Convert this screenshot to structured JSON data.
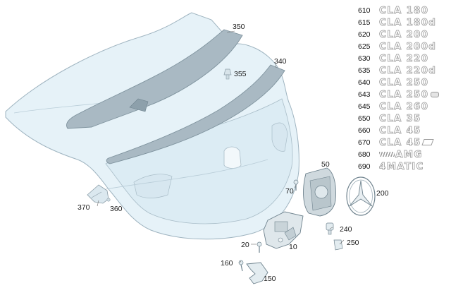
{
  "callouts": [
    {
      "id": "350",
      "label": "350"
    },
    {
      "id": "355",
      "label": "355"
    },
    {
      "id": "340",
      "label": "340"
    },
    {
      "id": "50",
      "label": "50"
    },
    {
      "id": "70",
      "label": "70"
    },
    {
      "id": "200",
      "label": "200"
    },
    {
      "id": "370",
      "label": "370"
    },
    {
      "id": "360",
      "label": "360"
    },
    {
      "id": "240",
      "label": "240"
    },
    {
      "id": "250",
      "label": "250"
    },
    {
      "id": "20",
      "label": "20"
    },
    {
      "id": "10",
      "label": "10"
    },
    {
      "id": "160",
      "label": "160"
    },
    {
      "id": "150",
      "label": "150"
    }
  ],
  "badges": [
    {
      "number": "610",
      "text": "CLA 180"
    },
    {
      "number": "615",
      "text": "CLA 180d"
    },
    {
      "number": "620",
      "text": "CLA 200"
    },
    {
      "number": "625",
      "text": "CLA 200d"
    },
    {
      "number": "630",
      "text": "CLA 220"
    },
    {
      "number": "635",
      "text": "CLA 220d"
    },
    {
      "number": "640",
      "text": "CLA 250"
    },
    {
      "number": "643",
      "text": "CLA 250"
    },
    {
      "number": "645",
      "text": "CLA 260"
    },
    {
      "number": "650",
      "text": "CLA 35"
    },
    {
      "number": "660",
      "text": "CLA 45"
    },
    {
      "number": "670",
      "text": "CLA 45"
    },
    {
      "number": "680",
      "text": "AMG"
    },
    {
      "number": "690",
      "text": "4MATIC"
    }
  ],
  "colors": {
    "part_fill": "#e6f2f8",
    "part_stroke": "#9fb4c0",
    "spoiler_fill": "#a9b9c3",
    "badge_outline": "#9a9a9a"
  }
}
